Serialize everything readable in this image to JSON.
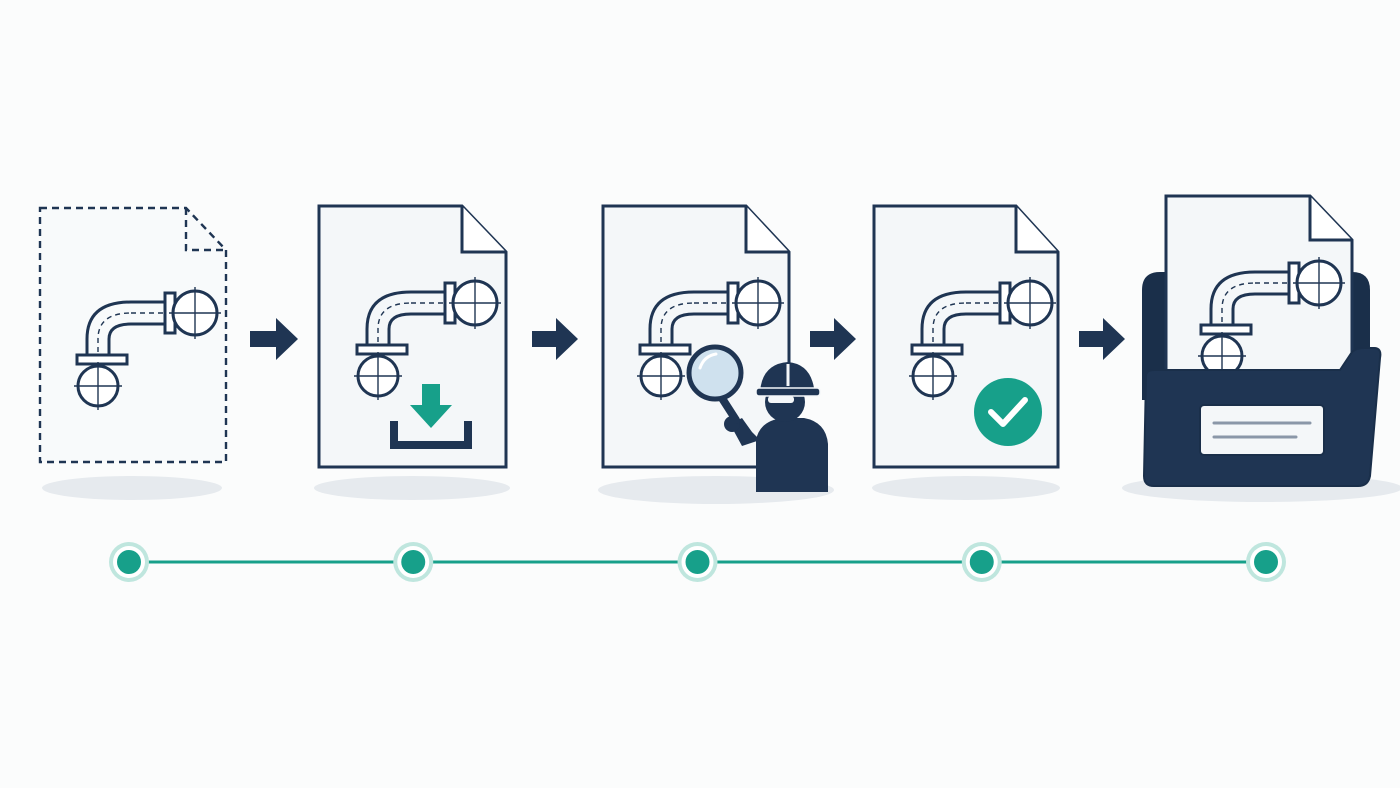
{
  "colors": {
    "background": "#fbfcfc",
    "ink": "#1f3553",
    "navy_fill": "#1f3553",
    "folder_back": "#1a2f4a",
    "teal": "#17a08a",
    "teal_halo": "#bfe6de",
    "paper": "#f4f7f9",
    "shadow": "#e6eaee",
    "dash": "#7f8da0"
  },
  "stages": [
    {
      "id": "draft",
      "icon": "dashed-document-icon",
      "overlay": "none"
    },
    {
      "id": "import",
      "icon": "document-icon",
      "overlay": "download-tray-icon"
    },
    {
      "id": "review",
      "icon": "document-icon",
      "overlay": "inspector-with-magnifier-icon"
    },
    {
      "id": "approved",
      "icon": "document-icon",
      "overlay": "check-circle-icon"
    },
    {
      "id": "archived",
      "icon": "document-in-folder-icon",
      "overlay": "folder-label-icon"
    }
  ],
  "drawing_symbol": "pipe-elbow-drawing-icon",
  "connector": "arrow-right-icon",
  "timeline": {
    "node_count": 5,
    "node_icon": "timeline-node-icon"
  }
}
